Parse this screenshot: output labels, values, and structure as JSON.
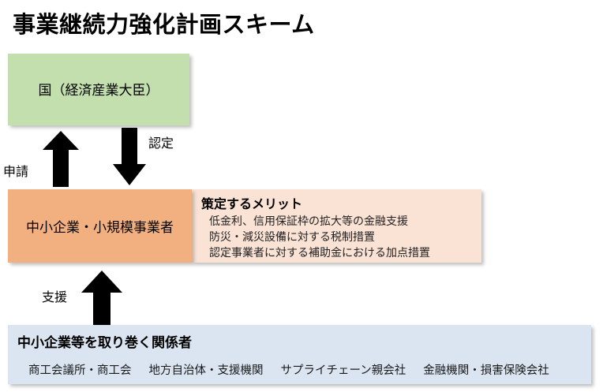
{
  "page": {
    "title": "事業継続力強化計画スキーム"
  },
  "government_box": {
    "label": "国（経済産業大臣）",
    "color": "#C3DFAE"
  },
  "sme_box": {
    "label": "中小企業・小規模事業者",
    "color": "#F2AF80"
  },
  "merit_panel": {
    "heading": "策定するメリット",
    "color": "#FAE2D5",
    "items": [
      "低金利、信用保証枠の拡大等の金融支援",
      "防災・減災設備に対する税制措置",
      "認定事業者に対する補助金における加点措置"
    ]
  },
  "stakeholder_box": {
    "heading": "中小企業等を取り巻く関係者",
    "color": "#DBE5F1",
    "items": [
      "商工会議所・商工会",
      "地方自治体・支援機関",
      "サプライチェーン親会社",
      "金融機関・損害保険会社"
    ]
  },
  "arrows": [
    {
      "name": "application",
      "label": "申請",
      "direction": "up",
      "color": "#000000"
    },
    {
      "name": "certification",
      "label": "認定",
      "direction": "down",
      "color": "#000000"
    },
    {
      "name": "support",
      "label": "支援",
      "direction": "up",
      "color": "#000000"
    }
  ]
}
